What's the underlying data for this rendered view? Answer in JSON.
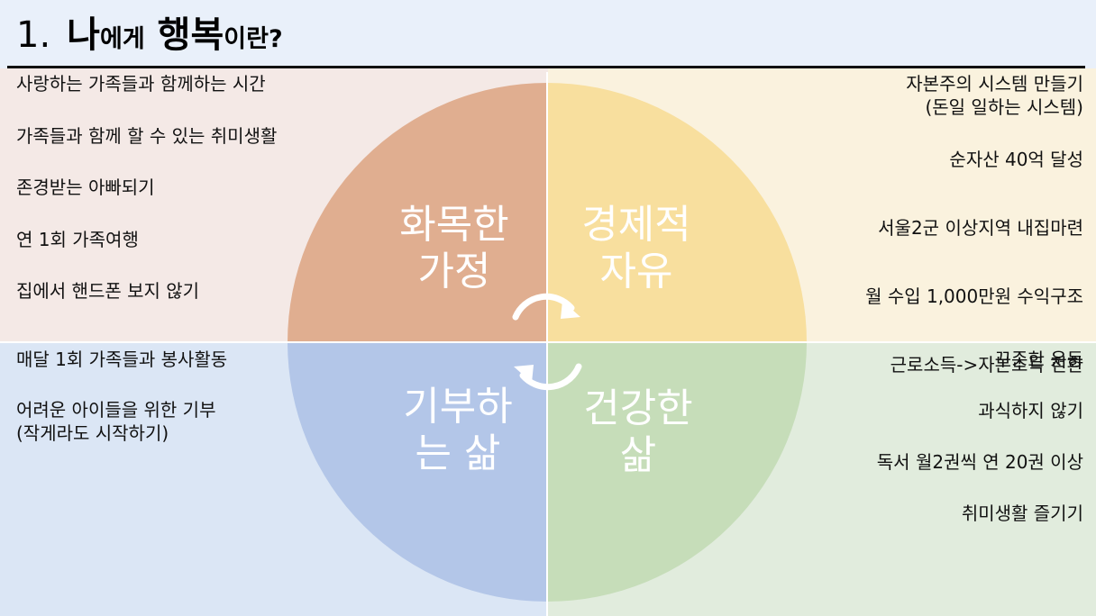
{
  "title": {
    "number": "1.",
    "part1": "나",
    "part2": "에게",
    "part3": "행복",
    "part4": "이란?"
  },
  "colors": {
    "top_left_sector": "#e0ae90",
    "top_right_sector": "#f8df9e",
    "bottom_left_sector": "#b3c6e8",
    "bottom_right_sector": "#c6ddb9",
    "top_left_bg": "#f4e9e6",
    "top_right_bg": "#faf2de",
    "bottom_left_bg": "#dbe6f5",
    "bottom_right_bg": "#e1ecdd"
  },
  "quadrants": {
    "top_left": {
      "label_line1": "화목한",
      "label_line2": "가정",
      "items": [
        "사랑하는 가족들과 함께하는 시간",
        "가족들과 함께 할 수 있는 취미생활",
        "존경받는 아빠되기",
        "연 1회 가족여행",
        "집에서 핸드폰 보지 않기"
      ]
    },
    "top_right": {
      "label_line1": "경제적",
      "label_line2": "자유",
      "items": [
        "자본주의 시스템 만들기",
        "(돈일 일하는 시스템)",
        "순자산 40억 달성",
        "서울2군 이상지역 내집마련",
        "월 수입 1,000만원 수익구조",
        "근로소득->자본소득 전환"
      ]
    },
    "bottom_left": {
      "label_line1": "기부하",
      "label_line2": "는 삶",
      "items": [
        "매달 1회 가족들과 봉사활동",
        "어려운 아이들을 위한 기부",
        "(작게라도 시작하기)"
      ]
    },
    "bottom_right": {
      "label_line1": "건강한",
      "label_line2": "삶",
      "items": [
        "꾸준한 운동",
        "과식하지 않기",
        "독서 월2권씩 연 20권 이상",
        "취미생활 즐기기"
      ]
    }
  },
  "cycle_arrows": {
    "icon": "cycle-arrows-icon"
  }
}
